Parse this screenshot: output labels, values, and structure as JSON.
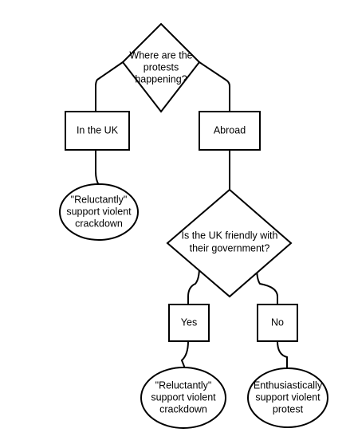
{
  "nodes": {
    "question_location": {
      "lines": [
        "Where are the",
        "protests",
        "happening?"
      ]
    },
    "option_uk": {
      "lines": [
        "In the UK"
      ]
    },
    "option_abroad": {
      "lines": [
        "Abroad"
      ]
    },
    "outcome_uk": {
      "lines": [
        "\"Reluctantly\"",
        "support violent",
        "crackdown"
      ]
    },
    "question_friendly": {
      "lines": [
        "Is the UK friendly with",
        "their government?"
      ]
    },
    "option_yes": {
      "lines": [
        "Yes"
      ]
    },
    "option_no": {
      "lines": [
        "No"
      ]
    },
    "outcome_yes": {
      "lines": [
        "\"Reluctantly\"",
        "support violent",
        "crackdown"
      ]
    },
    "outcome_no": {
      "lines": [
        "Enthusiastically",
        "support violent",
        "protest"
      ]
    }
  }
}
